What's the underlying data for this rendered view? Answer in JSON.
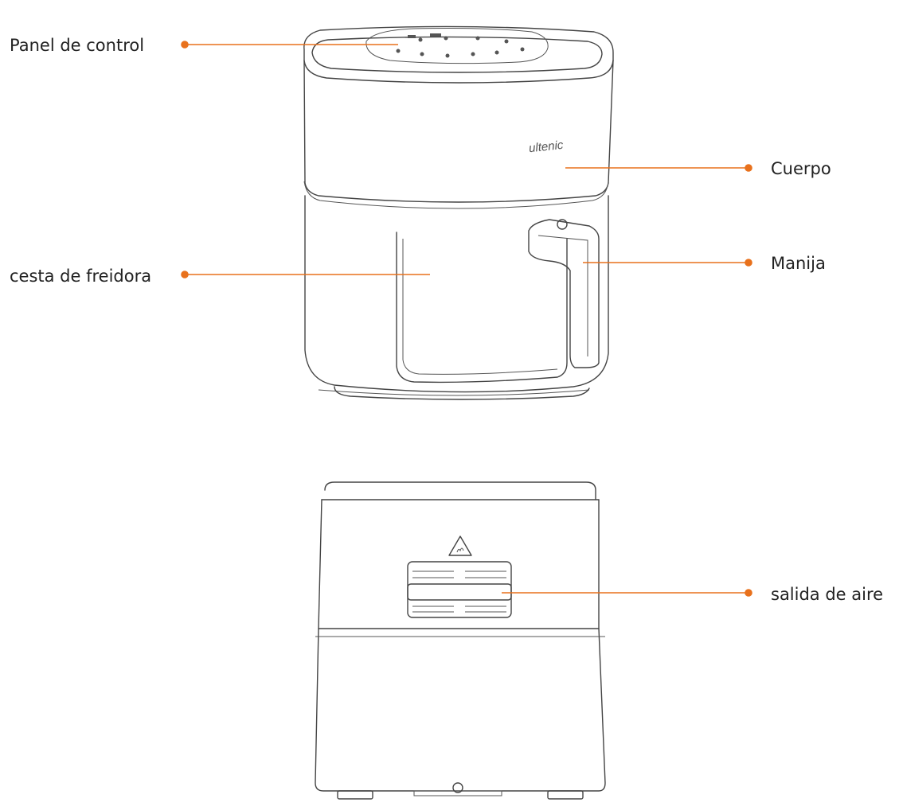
{
  "labels": {
    "control_panel": "Panel de control",
    "body": "Cuerpo",
    "basket": "cesta de freidora",
    "handle": "Manija",
    "air_outlet": "salida de aire"
  },
  "brand": "ultenic",
  "colors": {
    "accent": "#E8711C",
    "line": "#444444",
    "text": "#222222"
  },
  "icons": {
    "warning": "hot-surface-warning-icon"
  }
}
